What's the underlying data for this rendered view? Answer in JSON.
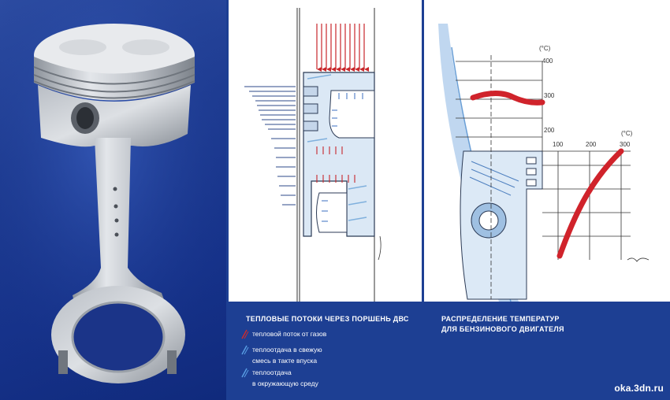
{
  "middle_caption": {
    "title": "ТЕПЛОВЫЕ ПОТОКИ ЧЕРЕЗ ПОРШЕНЬ ДВС",
    "legend": [
      {
        "text": "тепловой поток от газов",
        "color": "#d22a2a"
      },
      {
        "text": "теплоотдача в свежую",
        "color": "#5aa0e6"
      },
      {
        "text": "смесь в такте впуска",
        "color": ""
      },
      {
        "text": "теплоотдача",
        "color": "#5aa0e6"
      },
      {
        "text": "в окружающую среду",
        "color": ""
      }
    ]
  },
  "right_caption": {
    "title_line1": "РАСПРЕДЕЛЕНИЕ  ТЕМПЕРАТУР",
    "title_line2": "ДЛЯ БЕНЗИНОВОГО ДВИГАТЕЛЯ"
  },
  "chart": {
    "vertical_axis_unit": "(°C)",
    "vertical_ticks": [
      "400",
      "300",
      "200"
    ],
    "horizontal_axis_unit": "(°C)",
    "horizontal_ticks": [
      "100",
      "200",
      "300"
    ],
    "curve_color": "#d0232b"
  },
  "footer": {
    "site": "oka.3dn.ru"
  }
}
